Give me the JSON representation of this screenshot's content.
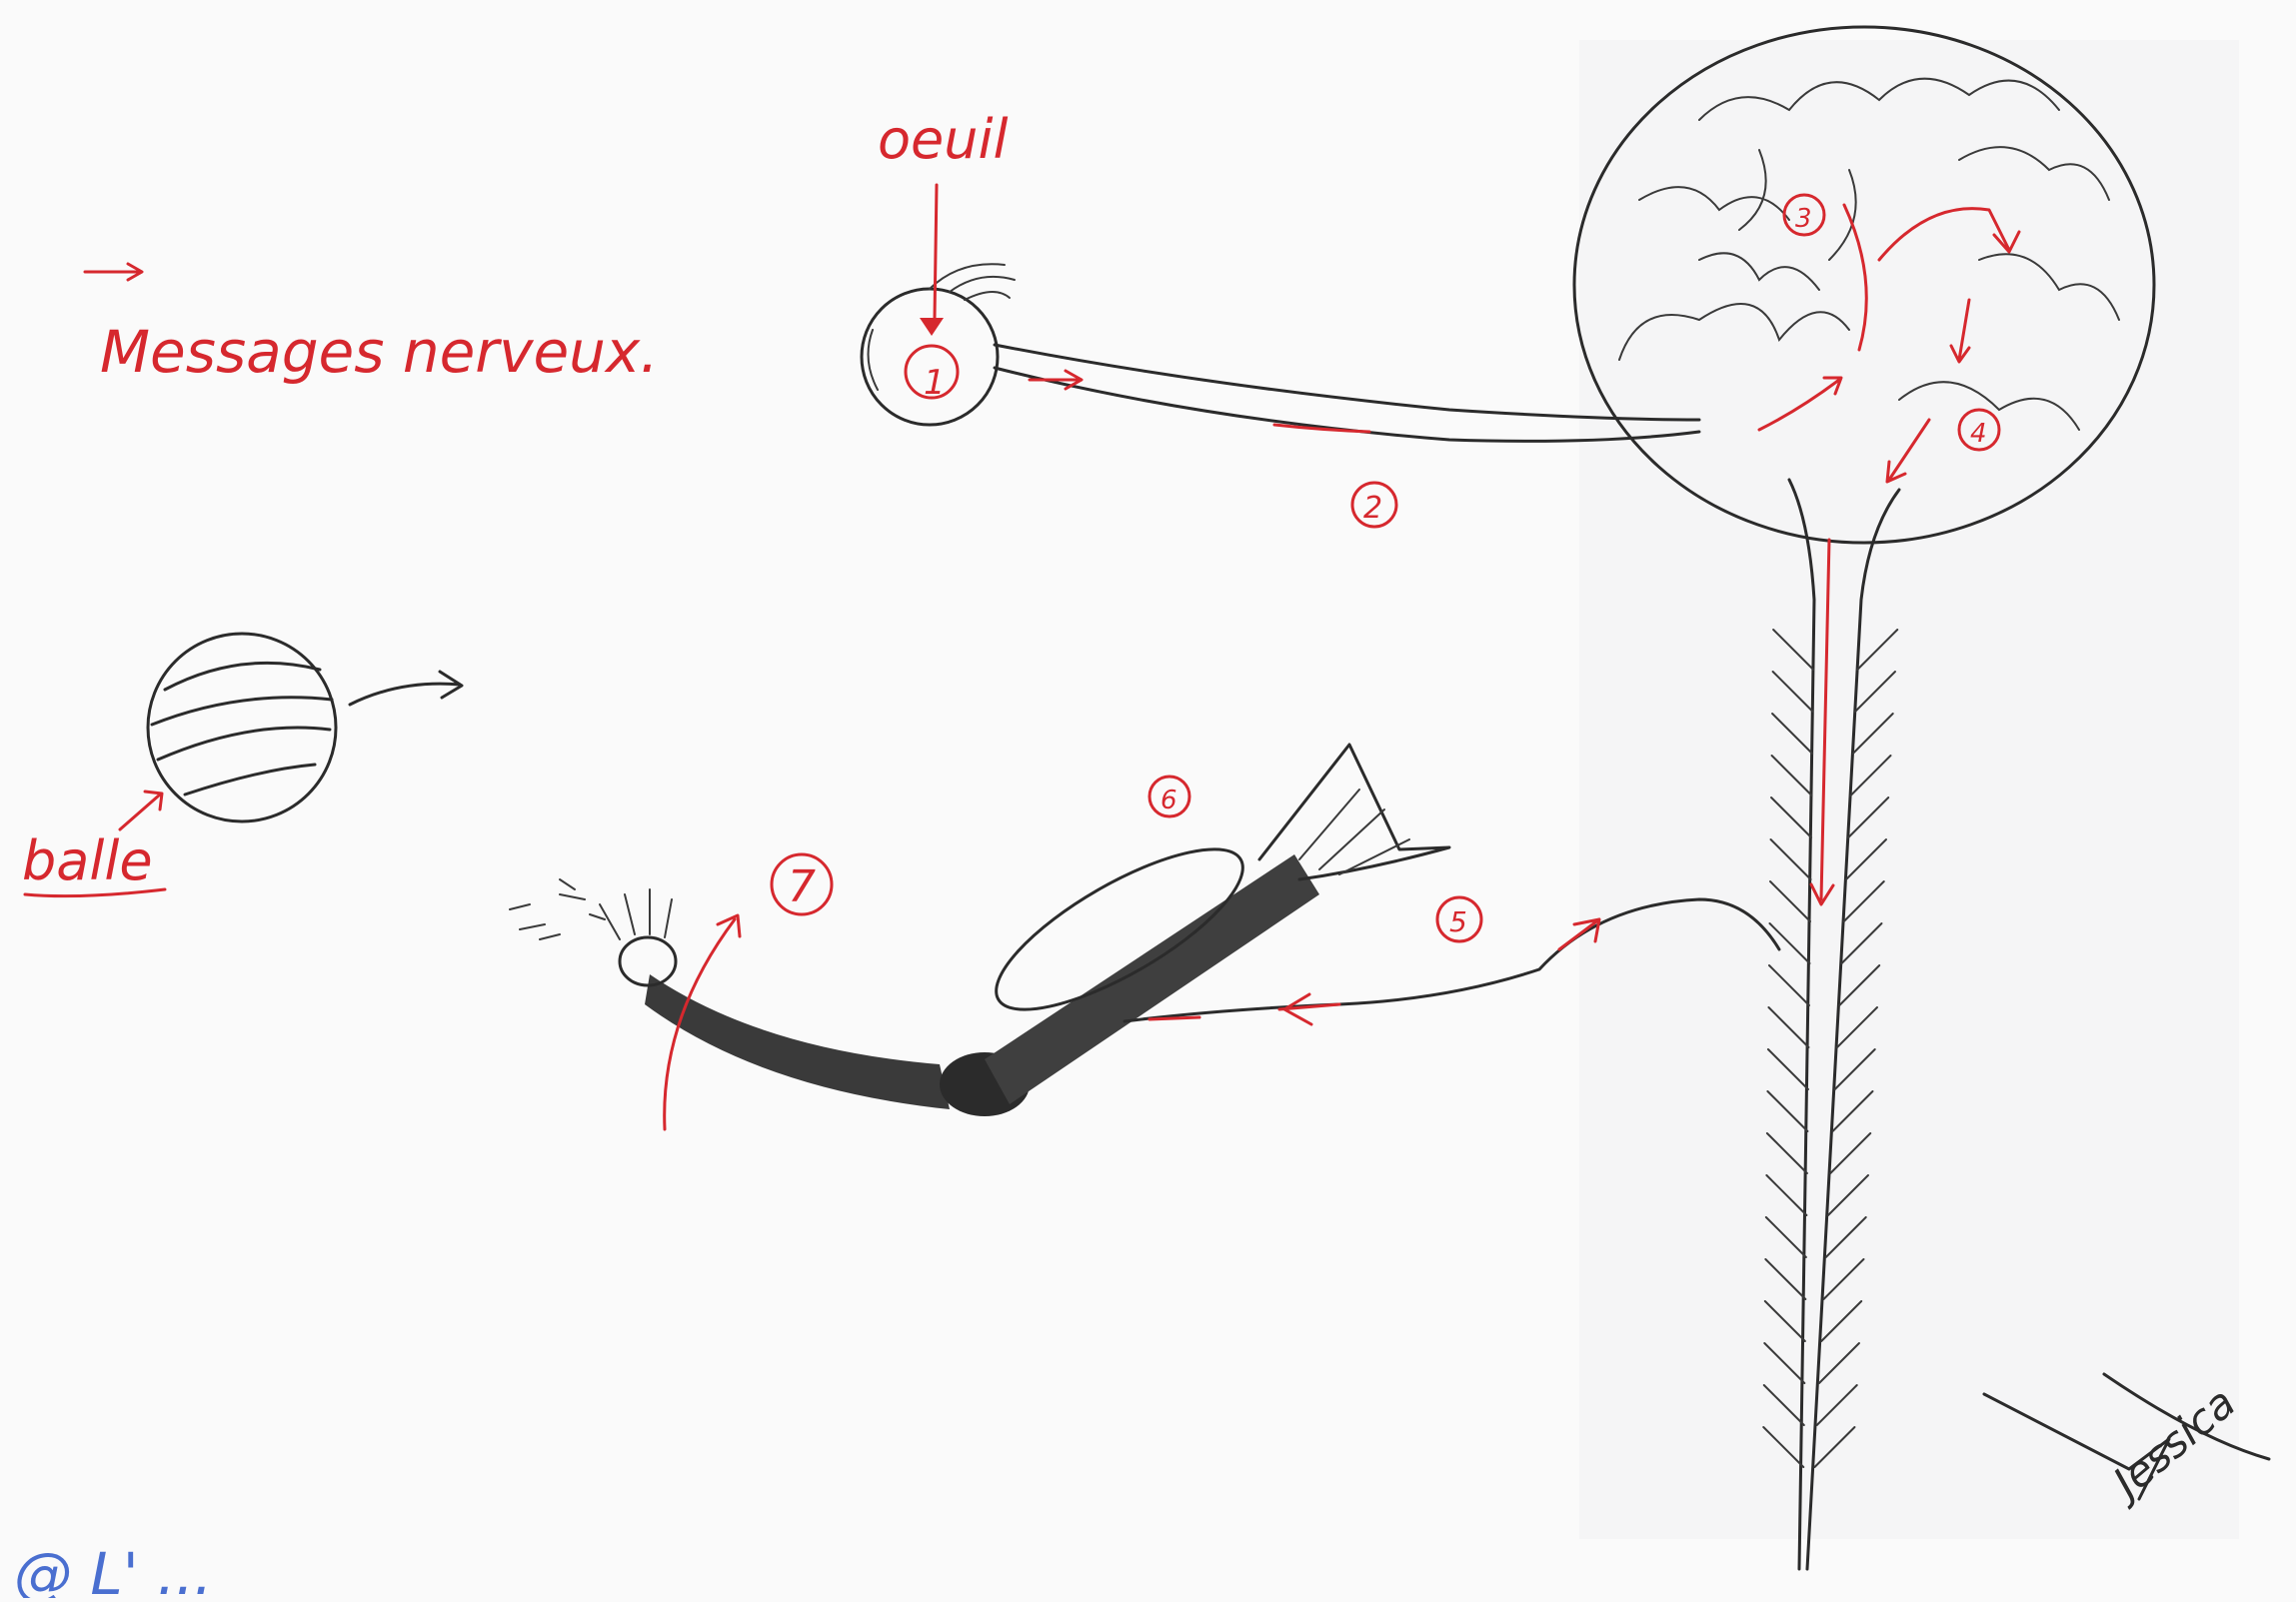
{
  "labels": {
    "title": "Messages nerveux.",
    "eye": "oeuil",
    "ball": "balle",
    "signature": "Jessica",
    "footer_note": "@ L' ... "
  },
  "steps": {
    "s1": "1",
    "s2": "2",
    "s3": "3",
    "s4": "4",
    "s5": "5",
    "s6": "6",
    "s7": "7"
  },
  "colors": {
    "annotation": "#d6282e",
    "pencil": "#2b2b2b",
    "footer_ink": "#4a6fd0",
    "paper": "#fafafa"
  }
}
